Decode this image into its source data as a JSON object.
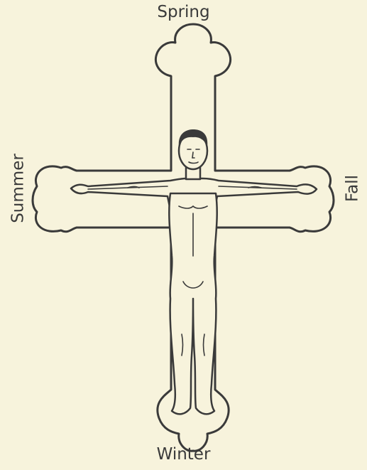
{
  "labels": {
    "top": "Spring",
    "left": "Summer",
    "right": "Fall",
    "bottom": "Winter"
  },
  "colors": {
    "background": "#f7f3dc",
    "ink": "#3a3a3a"
  }
}
